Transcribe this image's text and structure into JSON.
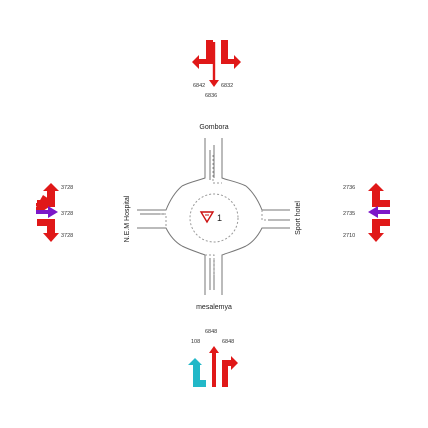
{
  "diagram": {
    "roads": {
      "north": "Gombora",
      "south": "mesalemya",
      "west": "N.E.M Hospital",
      "east": "Sport hotel"
    },
    "center_label": "1",
    "north_counts": {
      "left": "6842",
      "right": "6832",
      "center": "6836"
    },
    "south_counts": {
      "top": "6848",
      "left": "108",
      "right": "6848"
    },
    "west_counts": [
      "3728",
      "3728",
      "3728"
    ],
    "east_counts": [
      "2736",
      "2735",
      "2710"
    ],
    "colors": {
      "north_arrows": "#e01818",
      "south_arrow_left": "#22b8c8",
      "south_arrow_mid": "#e01818",
      "south_arrow_right": "#e01818",
      "west_arrow_top": "#e01818",
      "west_arrow_mid": "#7c17c8",
      "west_arrow_bottom": "#e01818",
      "east_arrow_top": "#e01818",
      "east_arrow_mid": "#7c17c8",
      "east_arrow_bottom": "#e01818",
      "yield_sign": "#cc1010",
      "roads": "#777777"
    }
  }
}
